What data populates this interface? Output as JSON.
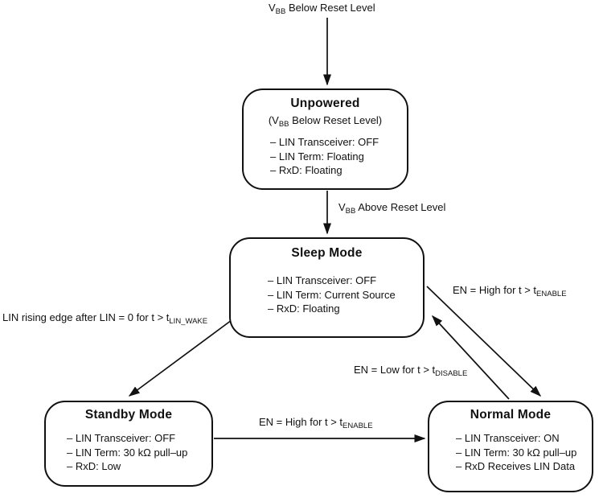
{
  "diagram": {
    "colors": {
      "line": "#111111",
      "background": "#ffffff",
      "text": "#111111"
    },
    "labels": {
      "vbb_below": {
        "pre": "V",
        "sub": "BB",
        "post": " Below Reset Level"
      },
      "vbb_above": {
        "pre": "V",
        "sub": "BB",
        "post": " Above Reset Level"
      },
      "lin_wake": {
        "pre": "LIN rising edge after LIN = 0 for t > t",
        "sub": "LIN_WAKE",
        "post": ""
      },
      "en_high_sleep_normal": {
        "pre": "EN = High for t > t",
        "sub": "ENABLE",
        "post": ""
      },
      "en_low_normal_sleep": {
        "pre": "EN = Low for t > t",
        "sub": "DISABLE",
        "post": ""
      },
      "en_high_standby_normal": {
        "pre": "EN = High for t > t",
        "sub": "ENABLE",
        "post": ""
      }
    },
    "states": {
      "unpowered": {
        "title": "Unpowered",
        "subtitle": {
          "pre": "(V",
          "sub": "BB",
          "post": " Below Reset Level)"
        },
        "items": [
          "– LIN Transceiver: OFF",
          "– LIN Term: Floating",
          "– RxD: Floating"
        ]
      },
      "sleep": {
        "title": "Sleep Mode",
        "items": [
          "– LIN Transceiver: OFF",
          "– LIN Term: Current Source",
          "– RxD: Floating"
        ]
      },
      "standby": {
        "title": "Standby Mode",
        "items": [
          "– LIN Transceiver: OFF",
          "– LIN Term: 30 kΩ pull–up",
          "– RxD: Low"
        ]
      },
      "normal": {
        "title": "Normal Mode",
        "items": [
          "– LIN Transceiver: ON",
          "– LIN Term: 30 kΩ pull–up",
          "– RxD Receives LIN Data"
        ]
      }
    }
  }
}
